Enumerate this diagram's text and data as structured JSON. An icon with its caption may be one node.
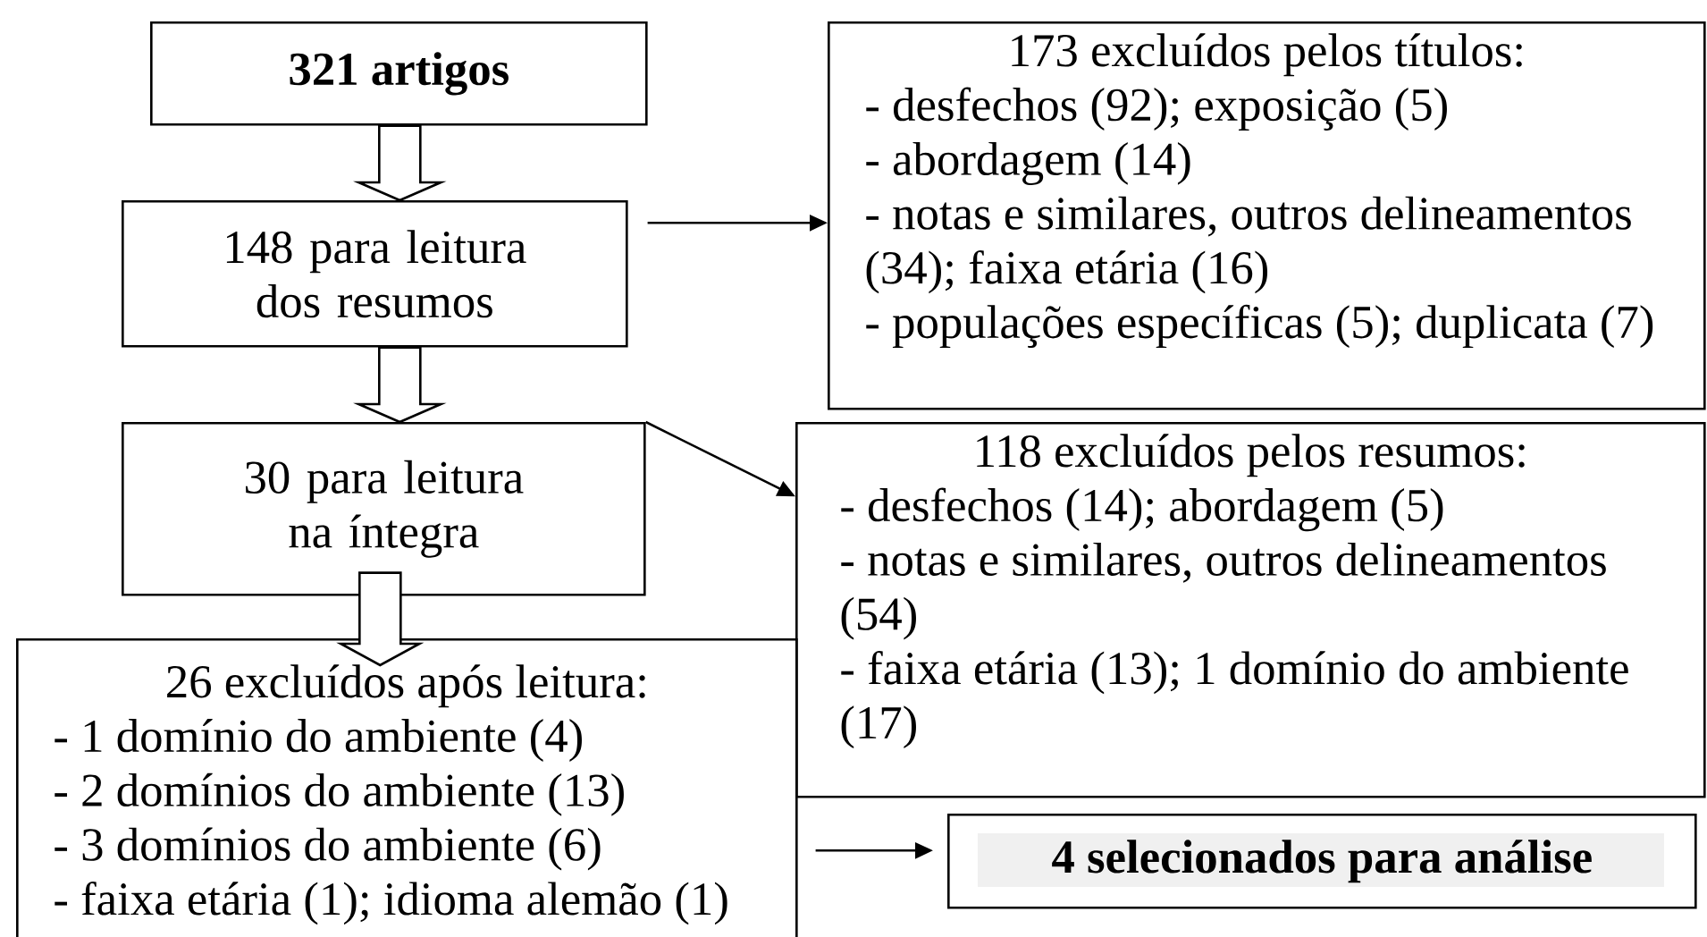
{
  "diagram": {
    "nodes": [
      {
        "text": [
          "321 artigos"
        ]
      },
      {
        "text": [
          "148 para leitura dos resumos"
        ]
      },
      {
        "text": [
          "30 para leitura na íntegra"
        ]
      },
      {
        "text": [
          "173 excluídos pelos títulos:",
          "- desfechos (92); exposição (5)",
          "- abordagem (14)",
          "- notas e similares, outros delineamentos (34); faixa etária (16)",
          "- populações específicas (5); duplicata (7)"
        ]
      },
      {
        "text": [
          "118 excluídos pelos resumos:",
          "- desfechos (14); abordagem (5)",
          "- notas e similares, outros delineamentos (54)",
          "- faixa etária (13); 1 domínio do ambiente (17)"
        ]
      },
      {
        "text": [
          "26 excluídos após leitura:",
          "- 1 domínio do ambiente (4)",
          "- 2 domínios do ambiente (13)",
          "- 3 domínios do ambiente (6)",
          "- faixa etária (1); idioma alemão (1)"
        ]
      },
      {
        "text": [
          "4 selecionados para análise"
        ]
      }
    ],
    "edges": [
      {
        "from": 0,
        "to": 1,
        "arrow": "to"
      },
      {
        "from": 1,
        "to": 2,
        "arrow": "to"
      },
      {
        "from": 2,
        "to": 5,
        "arrow": "to"
      },
      {
        "from": 1,
        "to": 3,
        "arrow": "to"
      },
      {
        "from": 2,
        "to": 4,
        "arrow": "to"
      },
      {
        "from": 5,
        "to": 6,
        "arrow": "to"
      }
    ]
  }
}
